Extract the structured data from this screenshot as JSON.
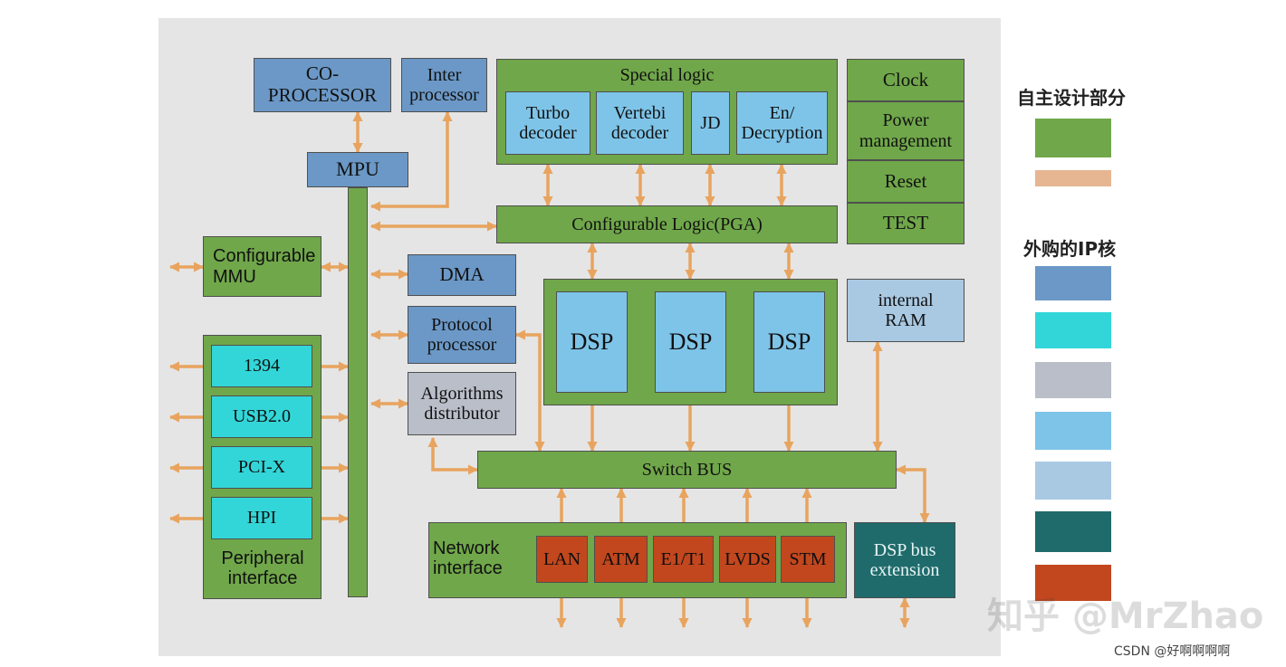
{
  "blocks": {
    "coprocessor": "CO-\nPROCESSOR",
    "interprocessor": "Inter\nprocessor",
    "mpu": "MPU",
    "special_logic": "Special logic",
    "turbo_decoder": "Turbo\ndecoder",
    "vertebi_decoder": "Vertebi\ndecoder",
    "jd": "JD",
    "en_decryption": "En/\nDecryption",
    "clock": "Clock",
    "power_management": "Power\nmanagement",
    "reset": "Reset",
    "test": "TEST",
    "configurable_logic": "Configurable Logic(PGA)",
    "configurable_mmu": "Configurable\nMMU",
    "dma": "DMA",
    "protocol_processor": "Protocol\nprocessor",
    "algorithms_distributor": "Algorithms\ndistributor",
    "dsp1": "DSP",
    "dsp2": "DSP",
    "dsp3": "DSP",
    "internal_ram": "internal\nRAM",
    "p1394": "1394",
    "usb": "USB2.0",
    "pcix": "PCI-X",
    "hpi": "HPI",
    "peripheral_interface": "Peripheral\ninterface",
    "switch_bus": "Switch BUS",
    "network_interface": "Network\ninterface",
    "lan": "LAN",
    "atm": "ATM",
    "e1t1": "E1/T1",
    "lvds": "LVDS",
    "stm": "STM",
    "dsp_bus_extension": "DSP bus\nextension"
  },
  "legend": {
    "own_design": "自主设计部分",
    "purchased_ip": "外购的IP核"
  },
  "colors": {
    "green": "#70a74a",
    "peach": "#e6b592",
    "blue": "#6b98c6",
    "cyan": "#33d6d8",
    "gray": "#b9bec9",
    "sky": "#7ec4e8",
    "pale": "#a9c9e3",
    "teal": "#1f6b6b",
    "rust": "#c2471e",
    "arrow": "#e8a45f"
  },
  "watermark": "知乎 @MrZhao",
  "credit": "CSDN @好啊啊啊啊"
}
